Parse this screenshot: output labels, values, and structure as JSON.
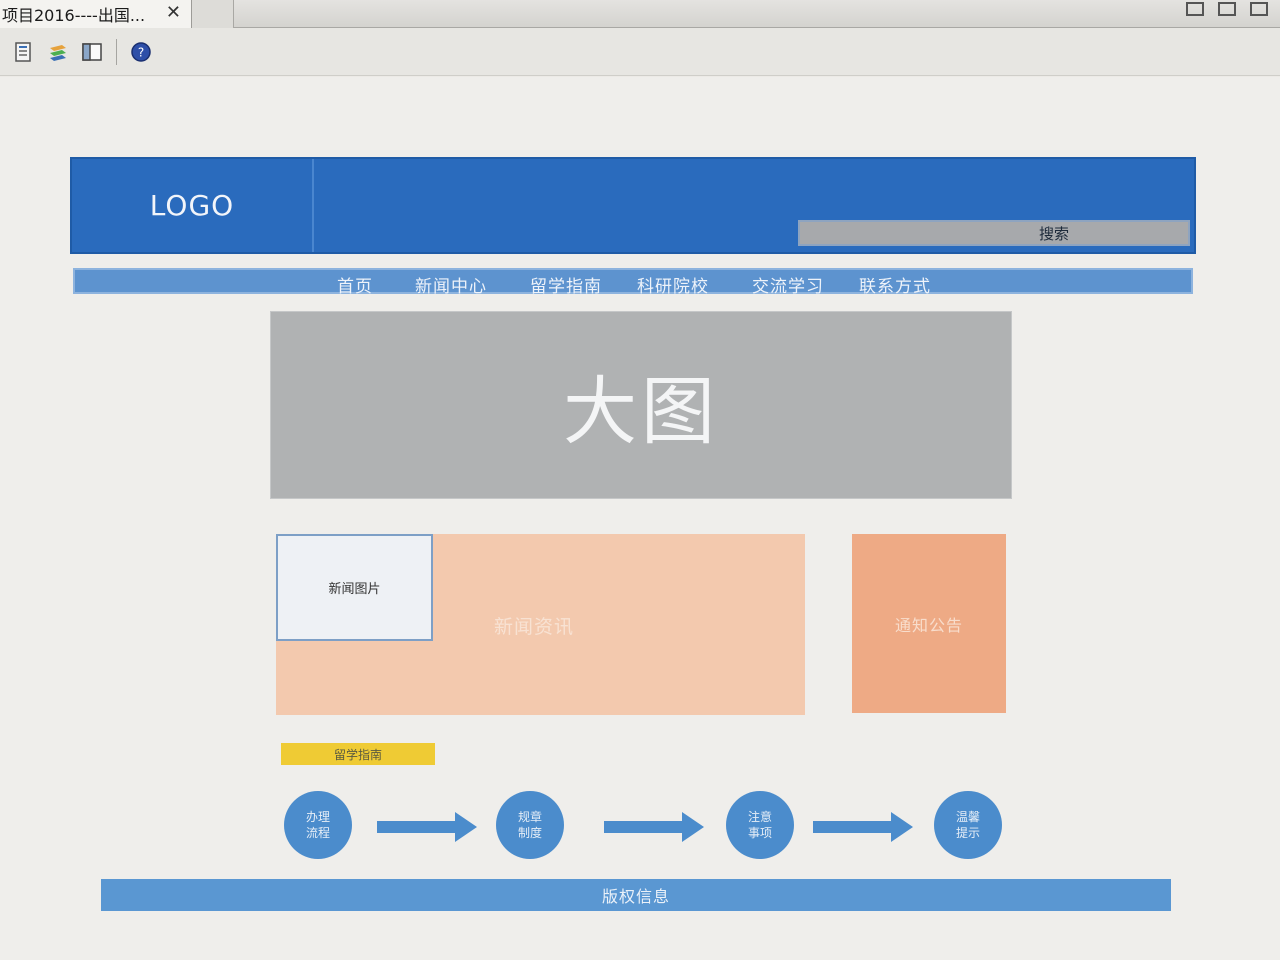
{
  "editor": {
    "tab_title": "项目2016----出国...",
    "close_glyph": "✕"
  },
  "header": {
    "logo": "LOGO",
    "search_label": "搜索"
  },
  "nav": {
    "items": [
      {
        "label": "首页"
      },
      {
        "label": "新闻中心"
      },
      {
        "label": "留学指南"
      },
      {
        "label": "科研院校"
      },
      {
        "label": "交流学习"
      },
      {
        "label": "联系方式"
      }
    ]
  },
  "banner": {
    "label": "大图"
  },
  "news": {
    "image_label": "新闻图片",
    "section_label": "新闻资讯"
  },
  "notice": {
    "label": "通知公告"
  },
  "guide": {
    "tag": "留学指南",
    "steps": [
      {
        "line1": "办理",
        "line2": "流程"
      },
      {
        "line1": "规章",
        "line2": "制度"
      },
      {
        "line1": "注意",
        "line2": "事项"
      },
      {
        "line1": "温馨",
        "line2": "提示"
      }
    ]
  },
  "footer": {
    "label": "版权信息"
  },
  "colors": {
    "header_blue": "#2a6bbd",
    "nav_blue": "#5d93cf",
    "banner_gray": "#b0b2b3",
    "news_peach": "#f3c9ae",
    "notice_orange": "#eeaa85",
    "guide_yellow": "#efcb34",
    "step_blue": "#4b8ccc"
  }
}
